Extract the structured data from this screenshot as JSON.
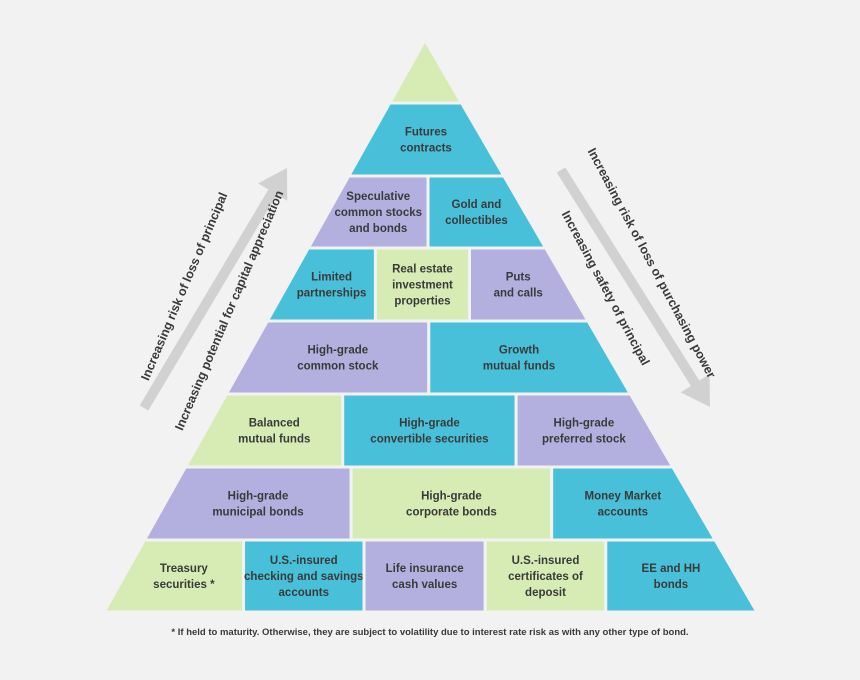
{
  "colors": {
    "teal": "#49c0d9",
    "lavender": "#b3b0df",
    "green": "#d6ecb4",
    "arrow": "#d1d1d1",
    "text": "#3a3a3a"
  },
  "pyramid": {
    "rows": [
      [
        {
          "label": "",
          "color": "green"
        }
      ],
      [
        {
          "label": "Futures\ncontracts",
          "color": "teal"
        }
      ],
      [
        {
          "label": "Speculative\ncommon stocks\nand bonds",
          "color": "lavender"
        },
        {
          "label": "Gold and\ncollectibles",
          "color": "teal"
        }
      ],
      [
        {
          "label": "Limited\npartnerships",
          "color": "teal"
        },
        {
          "label": "Real estate\ninvestment\nproperties",
          "color": "green"
        },
        {
          "label": "Puts\nand calls",
          "color": "lavender"
        }
      ],
      [
        {
          "label": "High-grade\ncommon stock",
          "color": "lavender"
        },
        {
          "label": "Growth\nmutual funds",
          "color": "teal"
        }
      ],
      [
        {
          "label": "Balanced\nmutual funds",
          "color": "green"
        },
        {
          "label": "High-grade\nconvertible securities",
          "color": "teal"
        },
        {
          "label": "High-grade\npreferred stock",
          "color": "lavender"
        }
      ],
      [
        {
          "label": "High-grade\nmunicipal bonds",
          "color": "lavender"
        },
        {
          "label": "High-grade\ncorporate bonds",
          "color": "green"
        },
        {
          "label": "Money Market\naccounts",
          "color": "teal"
        }
      ],
      [
        {
          "label": "Treasury\nsecurities *",
          "color": "green"
        },
        {
          "label": "U.S.-insured\nchecking and savings\naccounts",
          "color": "teal"
        },
        {
          "label": "Life insurance\ncash values",
          "color": "lavender"
        },
        {
          "label": "U.S.-insured\ncertificates of\ndeposit",
          "color": "green"
        },
        {
          "label": "EE and HH\nbonds",
          "color": "teal"
        }
      ]
    ]
  },
  "arrows": {
    "left_outer": "Increasing risk of loss of principal",
    "left_inner": "Increasing potential for capital appreciation",
    "right_outer": "Increasing risk of loss of purchasing power",
    "right_inner": "Increasing safety of principal"
  },
  "footnote": "* If held to maturity. Otherwise, they are subject to volatility due to interest rate risk as with any other type of bond."
}
